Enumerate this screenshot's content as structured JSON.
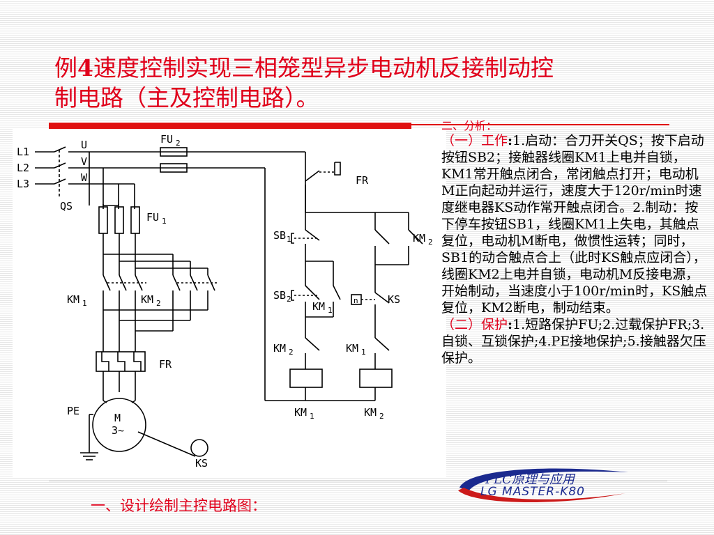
{
  "title": {
    "line1_part_a": "例",
    "line1_part_b": "4",
    "line1_part_c": "速度控制实现三相笼型异步电动机反接制动控",
    "line2": "制电路（主及控制电路）。"
  },
  "analysis": {
    "heading": "二、分析：",
    "section1_label": "（一）工作",
    "colon": ":",
    "section1_body": "1.启动：合刀开关QS；按下启动按钮SB2；接触器线圈KM1上电并自锁，KM1常开触点闭合，常闭触点打开；电动机M正向起动并运行，速度大于120r/min时速度继电器KS动作常开触点闭合。2.制动：按下停车按钮SB1，线圈KM1上失电，其触点复位，电动机M断电，做惯性运转；同时，SB1的动合触点合上（此时KS触点应闭合），线圈KM2上电并自锁，电动机M反接电源，开始制动，当速度小于100r/min时，KS触点复位，KM2断电，制动结束。",
    "section2_label": "（二）保护",
    "section2_body": "1.短路保护FU;2.过载保护FR;3.自锁、互锁保护;4.PE接地保护;5.接触器欠压保护。"
  },
  "diagram_labels": {
    "l1": "L1",
    "l2": "L2",
    "l3": "L3",
    "u": "U",
    "v": "V",
    "w": "W",
    "qs": "QS",
    "fu2": "FU",
    "fu2_sub": "2",
    "fu1": "FU",
    "fu1_sub": "1",
    "km1": "KM",
    "km1_sub": "1",
    "km2": "KM",
    "km2_sub": "2",
    "fr": "FR",
    "fr_ctrl": "FR",
    "pe": "PE",
    "motor_m": "M",
    "motor_phase": "3~",
    "ks": "KS",
    "sb1": "SB",
    "sb1_sub": "1",
    "sb2": "SB",
    "sb2_sub": "2",
    "km2_self": "KM",
    "km2_self_sub": "2",
    "km1_self": "KM",
    "km1_self_sub": "1",
    "ks_ctrl": "KS",
    "n_symbol": "n",
    "km2_lock": "KM",
    "km2_lock_sub": "2",
    "km1_lock": "KM",
    "km1_lock_sub": "1",
    "coil_km1": "KM",
    "coil_km1_sub": "1",
    "coil_km2": "KM",
    "coil_km2_sub": "2"
  },
  "footer": "一、设计绘制主控电路图：",
  "logo": {
    "line1": "PLC原理与应用",
    "line2": "LG MASTER-K80"
  }
}
